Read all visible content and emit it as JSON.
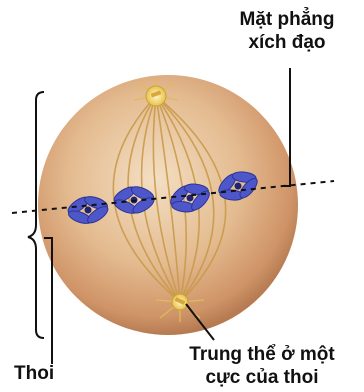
{
  "labels": {
    "plane_line1": "Mặt phẳng",
    "plane_line2": "xích đạo",
    "centrosome_line1": "Trung thể ở một",
    "centrosome_line2": "cực của thoi",
    "spindle": "Thoi"
  },
  "colors": {
    "cell_light": "#efd7b6",
    "cell_mid": "#d9a577",
    "cell_edge": "#b77b52",
    "spindle_fiber": "#c99a4a",
    "chromosome": "#4d57c9",
    "chromosome_dark": "#2d3494",
    "centrosome": "#f0d36a",
    "line": "#111111"
  },
  "chromosome_count": 4
}
